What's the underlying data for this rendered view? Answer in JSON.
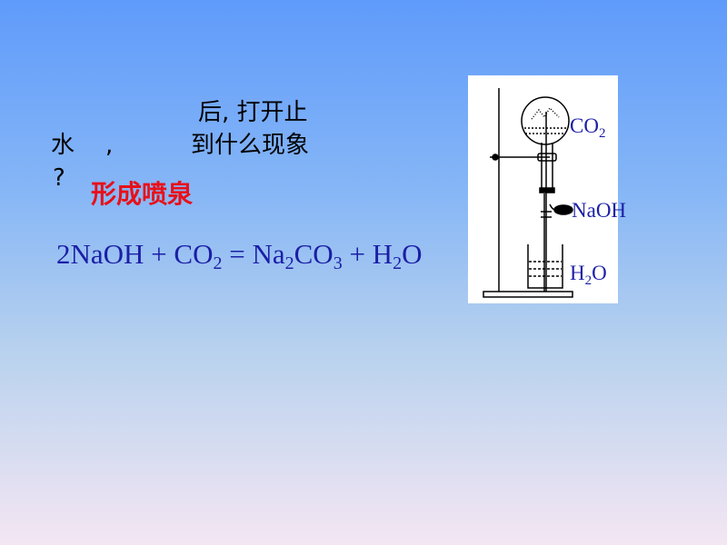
{
  "question": {
    "line1": "后, 打开止",
    "line2a": "水",
    "line2b": ",",
    "line2c": "到什么现象",
    "line3": "?"
  },
  "answer": "形成喷泉",
  "equation": {
    "p1": "2NaOH + CO",
    "s1": "2",
    "p2": " = Na",
    "s2": "2",
    "p3": "CO",
    "s3": "3",
    "p4": " + H",
    "s4": "2",
    "p5": "O"
  },
  "figure": {
    "co2": "CO",
    "co2_sub": "2",
    "naoh": "NaOH",
    "h2o_h": "H",
    "h2o_sub": "2",
    "h2o_o": "O"
  }
}
